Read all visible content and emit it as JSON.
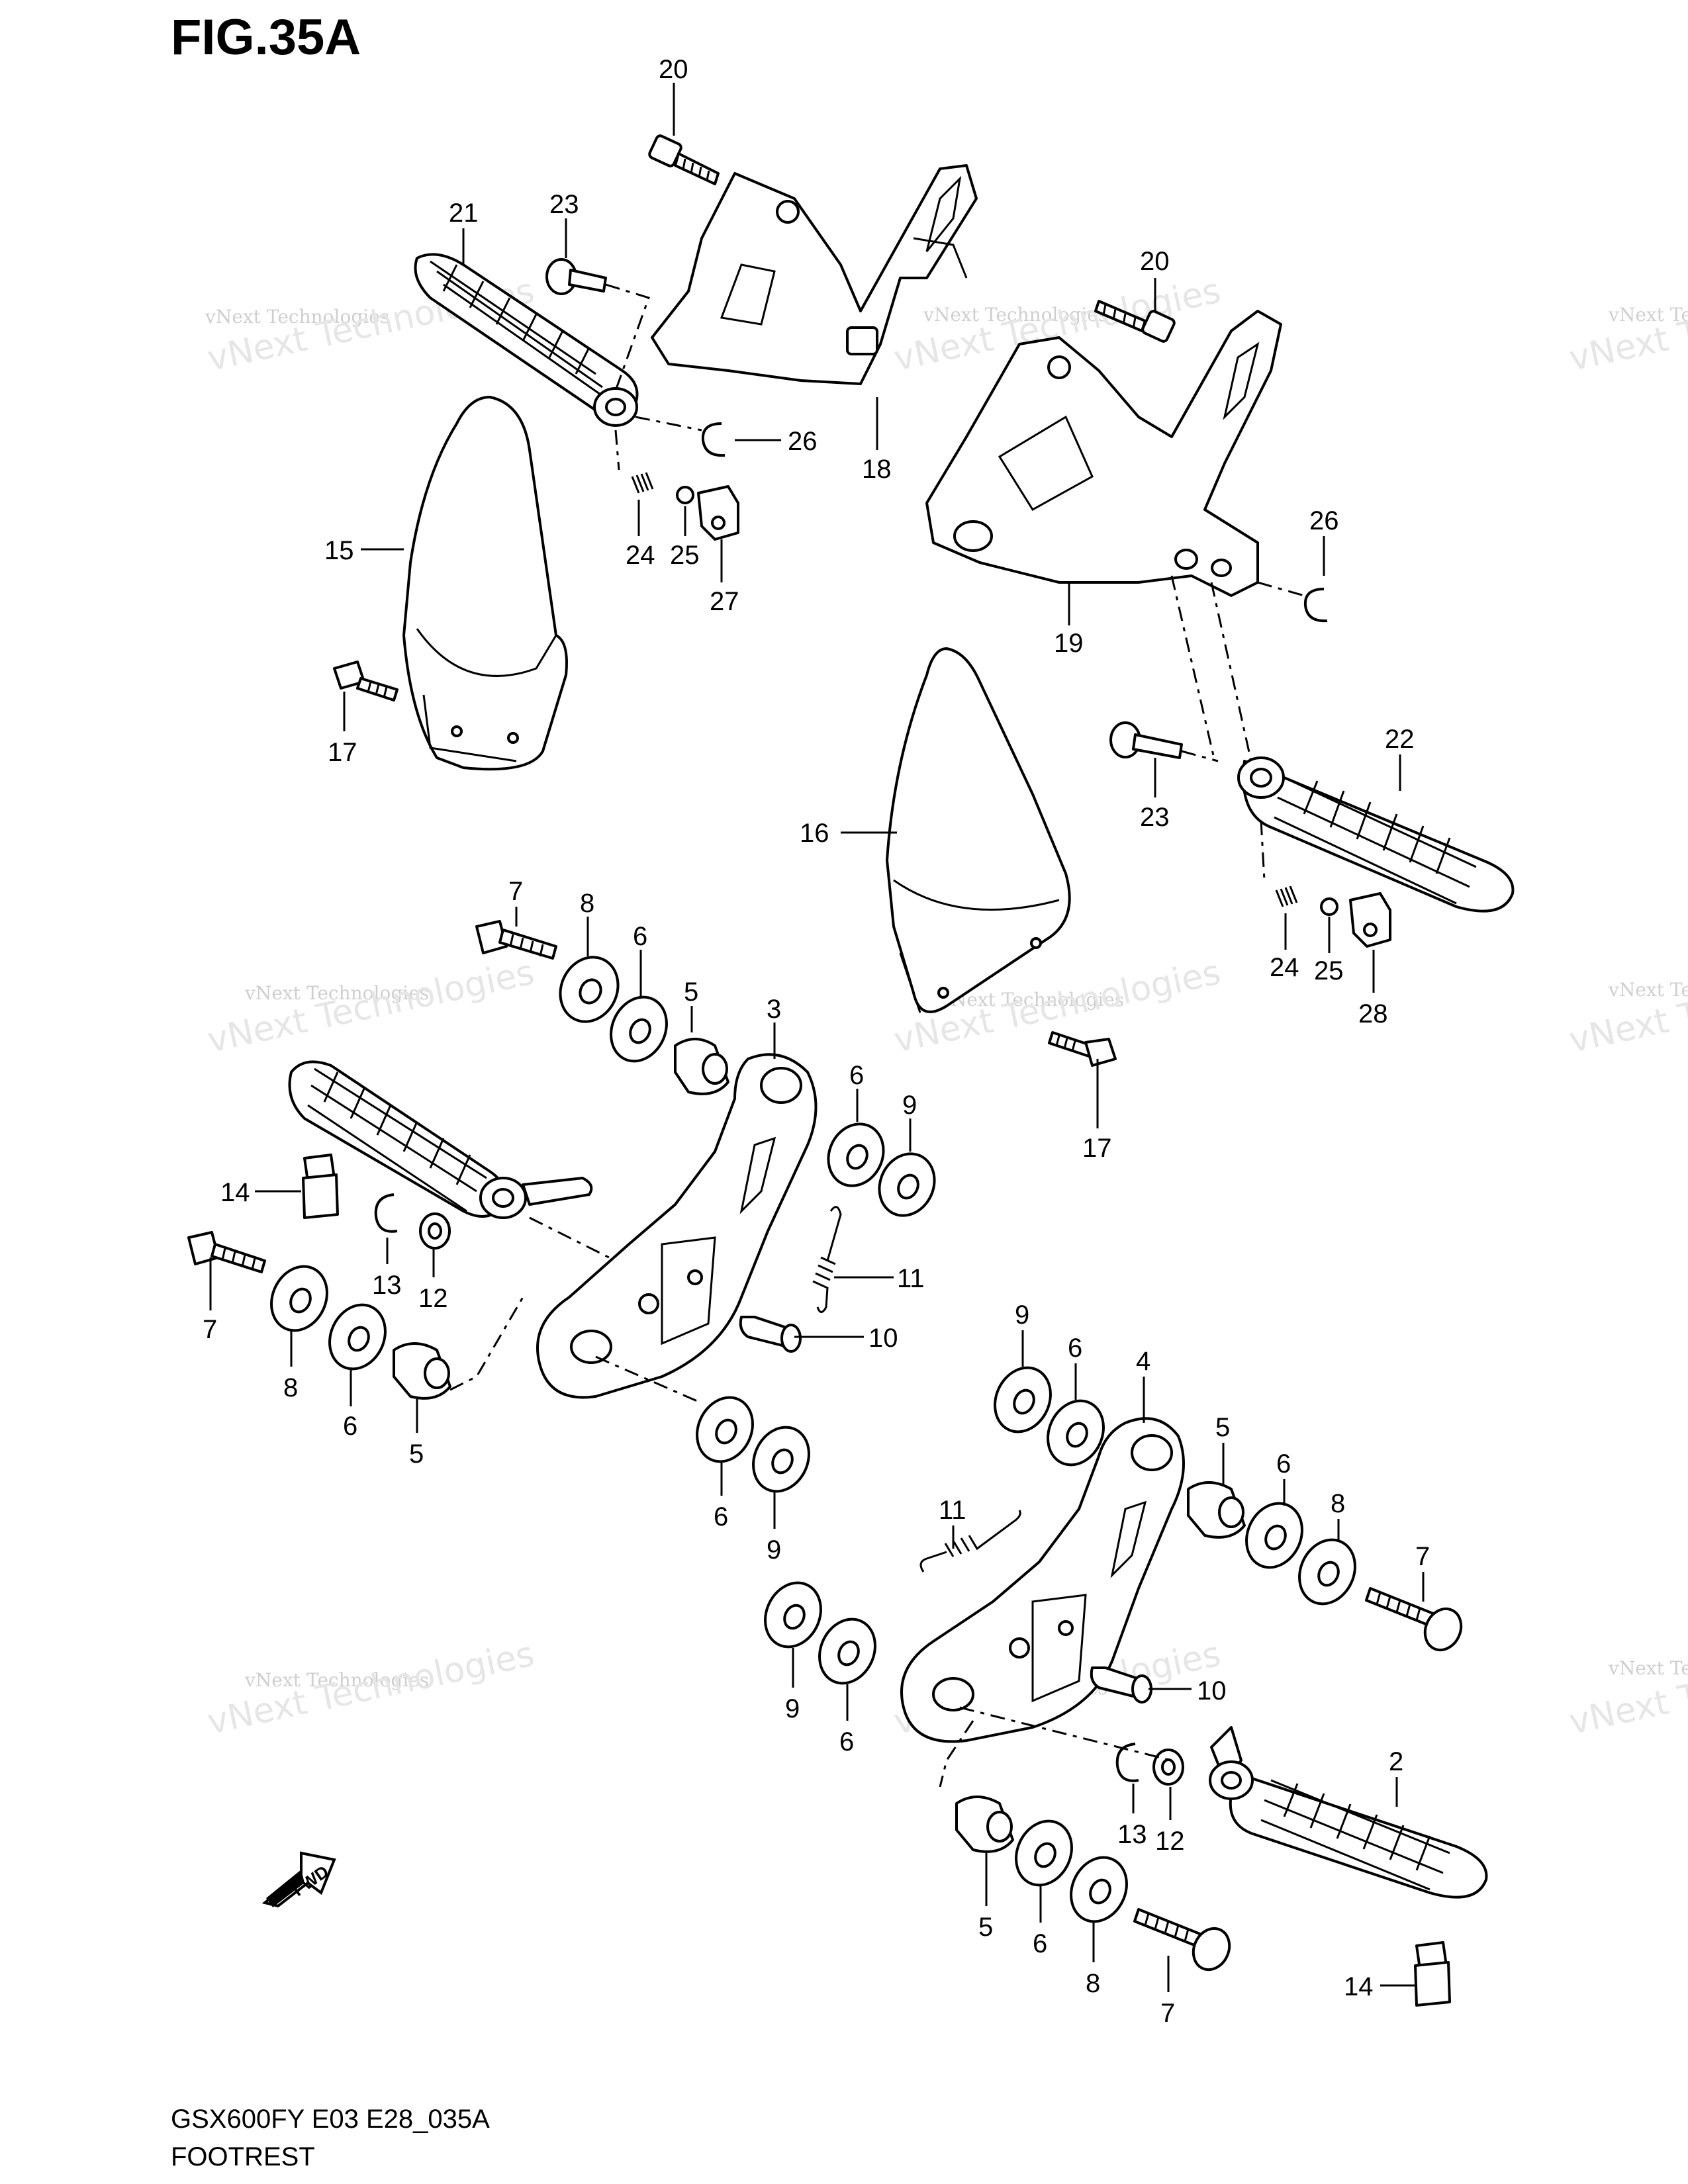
{
  "figure": {
    "title": "FIG.35A",
    "model_code": "GSX600FY E03 E28_035A",
    "section": "FOOTREST",
    "fwd_label": "FWD"
  },
  "watermark": {
    "line1": "vNext Technologies",
    "line2": "vNext Technologies"
  },
  "callouts": [
    {
      "id": "c20a",
      "label": "20"
    },
    {
      "id": "c21",
      "label": "21"
    },
    {
      "id": "c23a",
      "label": "23"
    },
    {
      "id": "c26a",
      "label": "26"
    },
    {
      "id": "c18",
      "label": "18"
    },
    {
      "id": "c24a",
      "label": "24"
    },
    {
      "id": "c25a",
      "label": "25"
    },
    {
      "id": "c27",
      "label": "27"
    },
    {
      "id": "c15",
      "label": "15"
    },
    {
      "id": "c17a",
      "label": "17"
    },
    {
      "id": "c20b",
      "label": "20"
    },
    {
      "id": "c26b",
      "label": "26"
    },
    {
      "id": "c19",
      "label": "19"
    },
    {
      "id": "c22",
      "label": "22"
    },
    {
      "id": "c23b",
      "label": "23"
    },
    {
      "id": "c16",
      "label": "16"
    },
    {
      "id": "c24b",
      "label": "24"
    },
    {
      "id": "c25b",
      "label": "25"
    },
    {
      "id": "c28",
      "label": "28"
    },
    {
      "id": "c17b",
      "label": "17"
    },
    {
      "id": "c7a",
      "label": "7"
    },
    {
      "id": "c8a",
      "label": "8"
    },
    {
      "id": "c6a",
      "label": "6"
    },
    {
      "id": "c5a",
      "label": "5"
    },
    {
      "id": "c3",
      "label": "3"
    },
    {
      "id": "c6b",
      "label": "6"
    },
    {
      "id": "c9a",
      "label": "9"
    },
    {
      "id": "c14a",
      "label": "14"
    },
    {
      "id": "c11a",
      "label": "11"
    },
    {
      "id": "c13a",
      "label": "13"
    },
    {
      "id": "c12a",
      "label": "12"
    },
    {
      "id": "c10a",
      "label": "10"
    },
    {
      "id": "c7b",
      "label": "7"
    },
    {
      "id": "c8b",
      "label": "8"
    },
    {
      "id": "c6c",
      "label": "6"
    },
    {
      "id": "c5b",
      "label": "5"
    },
    {
      "id": "c6d",
      "label": "6"
    },
    {
      "id": "c9b",
      "label": "9"
    },
    {
      "id": "c9c",
      "label": "9"
    },
    {
      "id": "c6e",
      "label": "6"
    },
    {
      "id": "c4",
      "label": "4"
    },
    {
      "id": "c5c",
      "label": "5"
    },
    {
      "id": "c6f",
      "label": "6"
    },
    {
      "id": "c8c",
      "label": "8"
    },
    {
      "id": "c7c",
      "label": "7"
    },
    {
      "id": "c11b",
      "label": "11"
    },
    {
      "id": "c9d",
      "label": "9"
    },
    {
      "id": "c6g",
      "label": "6"
    },
    {
      "id": "c10b",
      "label": "10"
    },
    {
      "id": "c13b",
      "label": "13"
    },
    {
      "id": "c12b",
      "label": "12"
    },
    {
      "id": "c2",
      "label": "2"
    },
    {
      "id": "c5d",
      "label": "5"
    },
    {
      "id": "c6h",
      "label": "6"
    },
    {
      "id": "c8d",
      "label": "8"
    },
    {
      "id": "c7d",
      "label": "7"
    },
    {
      "id": "c14b",
      "label": "14"
    }
  ]
}
